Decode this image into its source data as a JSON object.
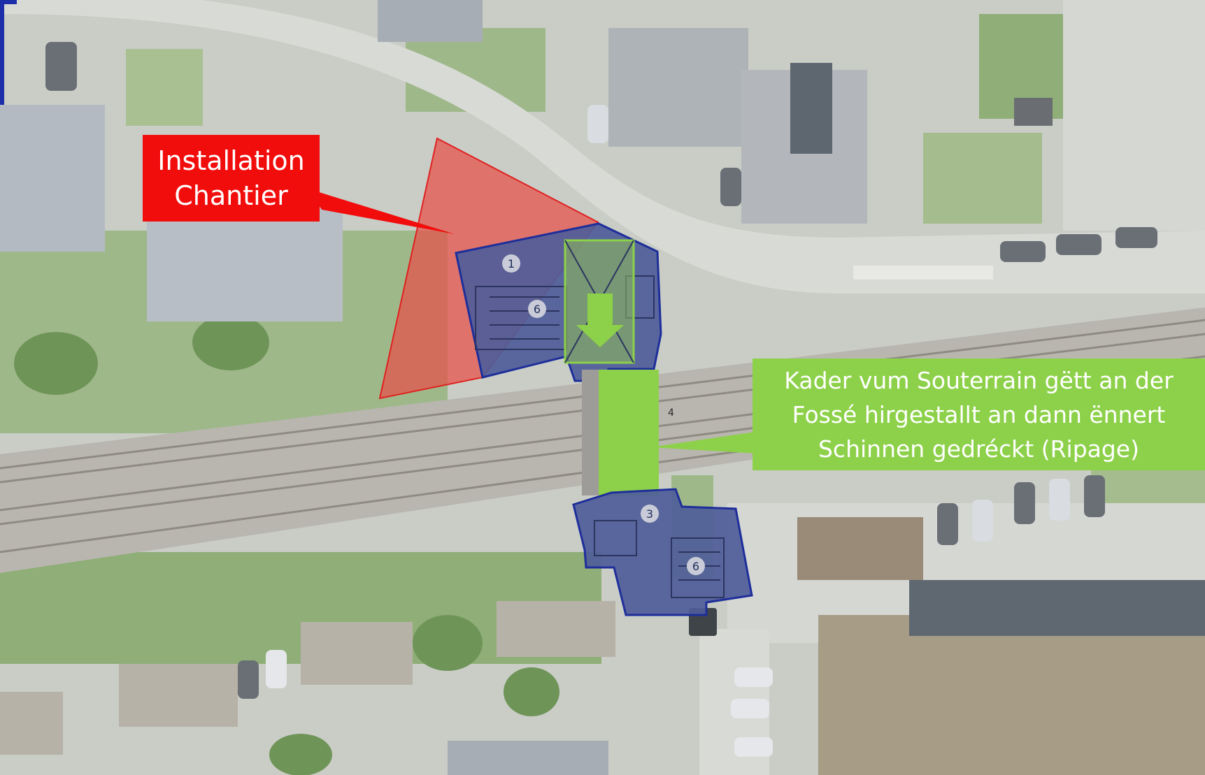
{
  "callouts": {
    "site_installation": {
      "line1": "Installation",
      "line2": "Chantier"
    },
    "ripage_note": {
      "line1": "Kader vum Souterrain gëtt an der",
      "line2": "Fossé hirgestallt an dann ënnert",
      "line3": "Schinnen gedréckt (Ripage)"
    }
  },
  "plan_markers": {
    "north_1": "1",
    "north_6": "6",
    "south_3": "3",
    "south_6": "6",
    "track_4": "4"
  },
  "colors": {
    "site_zone": "#e53935",
    "structure_fill": "#4a5a9a",
    "structure_outline": "#1e2e9a",
    "frame_green": "#8dd14a",
    "callout_red": "#f20d0d"
  }
}
